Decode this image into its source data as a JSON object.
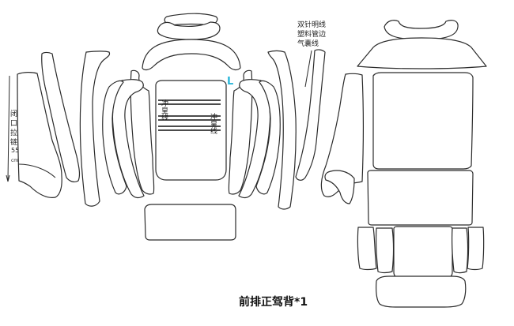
{
  "notes": {
    "line1": "双针明线",
    "line2": "塑料管边",
    "line3": "气囊线"
  },
  "left_side_label": {
    "chars": [
      "闭",
      "口",
      "拉",
      "链"
    ],
    "number": "55",
    "unit": "cm"
  },
  "center_label": {
    "chars": [
      "冲",
      "皇",
      "线"
    ]
  },
  "marker_letter": "L",
  "colors": {
    "outline": "#2b2b2b",
    "marker": "#29b6d9"
  },
  "title": "前排正驾背*1"
}
